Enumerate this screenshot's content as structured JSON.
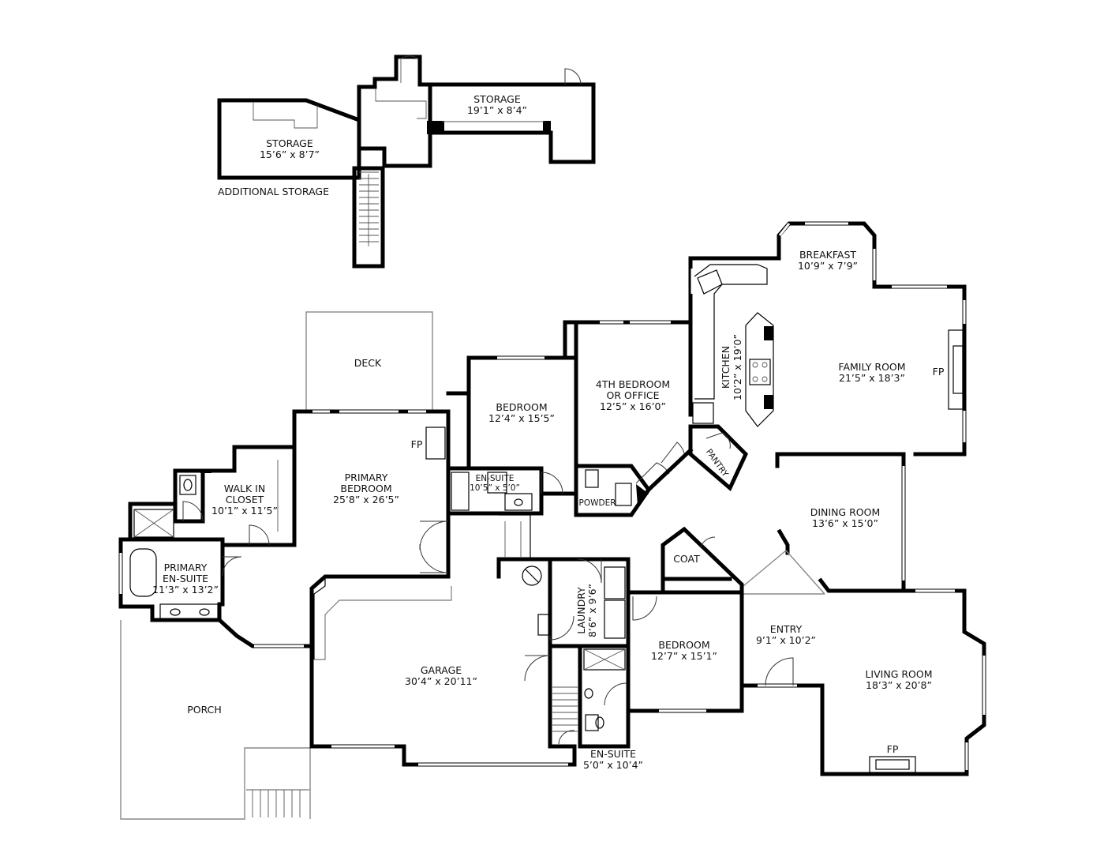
{
  "additional_storage": {
    "caption": "ADDITIONAL STORAGE",
    "storage_left": {
      "name": "STORAGE",
      "dims": "15’6” x 8’7”"
    },
    "storage_right": {
      "name": "STORAGE",
      "dims": "19’1” x 8’4”"
    }
  },
  "rooms": {
    "deck": {
      "name": "DECK"
    },
    "bedroom_upper": {
      "name": "BEDROOM",
      "dims": "12’4” x 15’5”"
    },
    "fourth_bedroom": {
      "name_1": "4TH BEDROOM",
      "name_2": "OR OFFICE",
      "dims": "12’5” x 16’0”"
    },
    "breakfast": {
      "name": "BREAKFAST",
      "dims": "10’9” x 7’9”"
    },
    "kitchen": {
      "name": "KITCHEN",
      "dims": "10’2” x 19’0”"
    },
    "family_room": {
      "name": "FAMILY ROOM",
      "dims": "21’5” x 18’3”",
      "fireplace": "FP"
    },
    "pantry": {
      "name": "PANTRY"
    },
    "primary_bedroom": {
      "name_1": "PRIMARY",
      "name_2": "BEDROOM",
      "dims": "25’8” x 26’5”",
      "fireplace": "FP"
    },
    "en_suite_upper": {
      "name": "EN-SUITE",
      "dims": "10’5” x 5’0”"
    },
    "powder": {
      "name": "POWDER"
    },
    "walk_in_closet": {
      "name_1": "WALK IN",
      "name_2": "CLOSET",
      "dims": "10’1” x 11’5”"
    },
    "dining_room": {
      "name": "DINING ROOM",
      "dims": "13’6” x 15’0”"
    },
    "coat": {
      "name": "COAT"
    },
    "primary_en_suite": {
      "name_1": "PRIMARY",
      "name_2": "EN-SUITE",
      "dims": "11’3” x 13’2”"
    },
    "laundry": {
      "name": "LAUNDRY",
      "dims": "8’6” x 9’6”"
    },
    "garage": {
      "name": "GARAGE",
      "dims": "30’4” x 20’11”"
    },
    "bedroom_lower": {
      "name": "BEDROOM",
      "dims": "12’7” x 15’1”"
    },
    "entry": {
      "name": "ENTRY",
      "dims": "9’1” x 10’2”"
    },
    "living_room": {
      "name": "LIVING ROOM",
      "dims": "18’3” x 20’8”",
      "fireplace": "FP"
    },
    "porch": {
      "name": "PORCH"
    },
    "en_suite_lower": {
      "name": "EN-SUITE",
      "dims": "5’0” x 10’4”"
    }
  }
}
